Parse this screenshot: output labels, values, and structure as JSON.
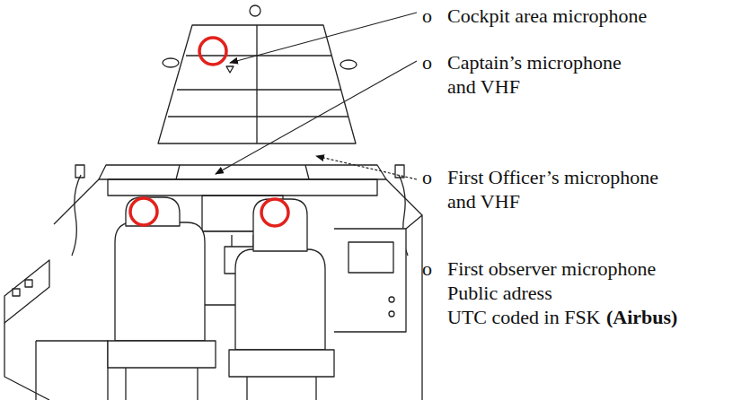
{
  "diagram": {
    "labels": [
      "o",
      "Cockpit area microphone",
      "o",
      "Captain’s microphone and VHF",
      "o",
      "First Officer’s microphone and VHF",
      "o",
      "First observer microphone",
      "Public adress",
      "UTC coded in FSK",
      "(Airbus)"
    ]
  }
}
